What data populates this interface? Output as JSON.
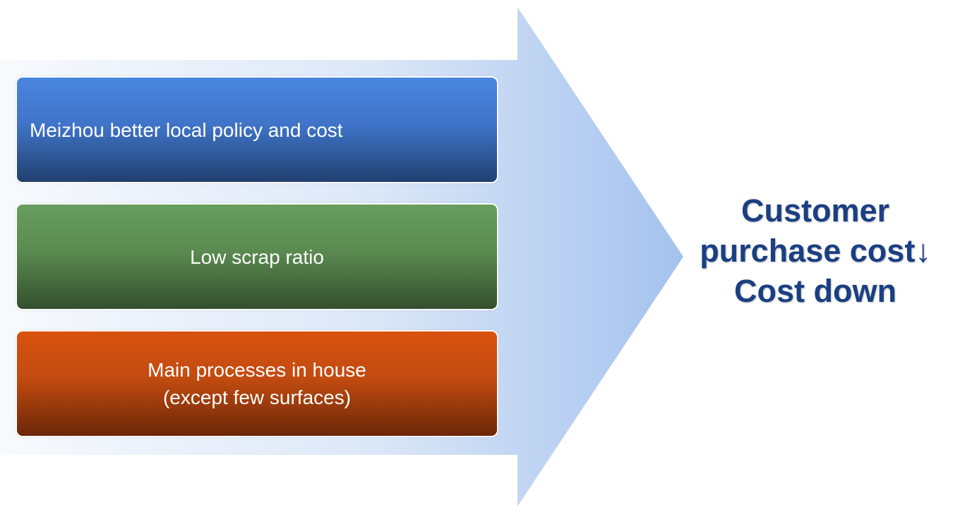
{
  "diagram": {
    "colors": {
      "arrow_light": "#f8fafd",
      "arrow_dark": "#a4c2ee",
      "box1": "#4a86de",
      "box2": "#689e5f",
      "box3": "#d9520f",
      "result_text": "#1a3f82"
    },
    "factors": [
      {
        "lines": [
          "Meizhou better local policy and cost"
        ]
      },
      {
        "lines": [
          "Low scrap ratio"
        ]
      },
      {
        "lines": [
          "Main processes in house",
          "(except few surfaces)"
        ]
      }
    ],
    "result": {
      "lines": [
        "Customer",
        "purchase cost↓",
        "Cost down"
      ]
    }
  }
}
